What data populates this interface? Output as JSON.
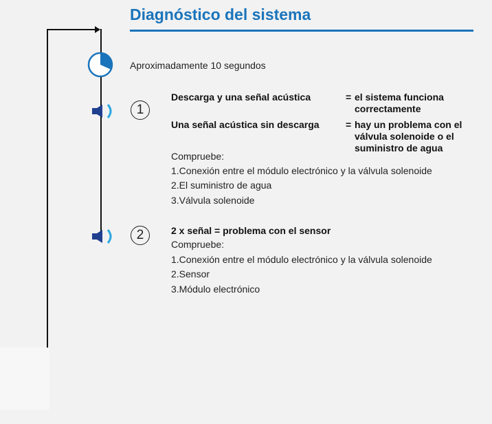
{
  "title": "Diagnóstico del sistema",
  "timer_text": "Aproximadamente 10 segundos",
  "colors": {
    "accent": "#1a74bb",
    "speaker": "#1f3f8f"
  },
  "icons": [
    "clock-icon",
    "speaker-icon",
    "speaker-icon"
  ],
  "steps": [
    {
      "number": "1",
      "rows": [
        {
          "condition": "Descarga y una señal acústica",
          "eq": "=",
          "result": "el sistema funciona correctamente"
        },
        {
          "condition": "Una señal acústica sin descarga",
          "eq": "=",
          "result": "hay un problema con el válvula solenoide o el suministro de agua"
        }
      ],
      "check_label": "Compruebe:",
      "check_items": [
        "1.Conexión entre el módulo electrónico y la válvula solenoide",
        "2.El suministro de agua",
        "3.Válvula solenoide"
      ]
    },
    {
      "number": "2",
      "heading": "2 x señal = problema con el sensor",
      "check_label": "Compruebe:",
      "check_items": [
        "1.Conexión entre el módulo electrónico y la válvula solenoide",
        "2.Sensor",
        "3.Módulo electrónico"
      ]
    }
  ]
}
